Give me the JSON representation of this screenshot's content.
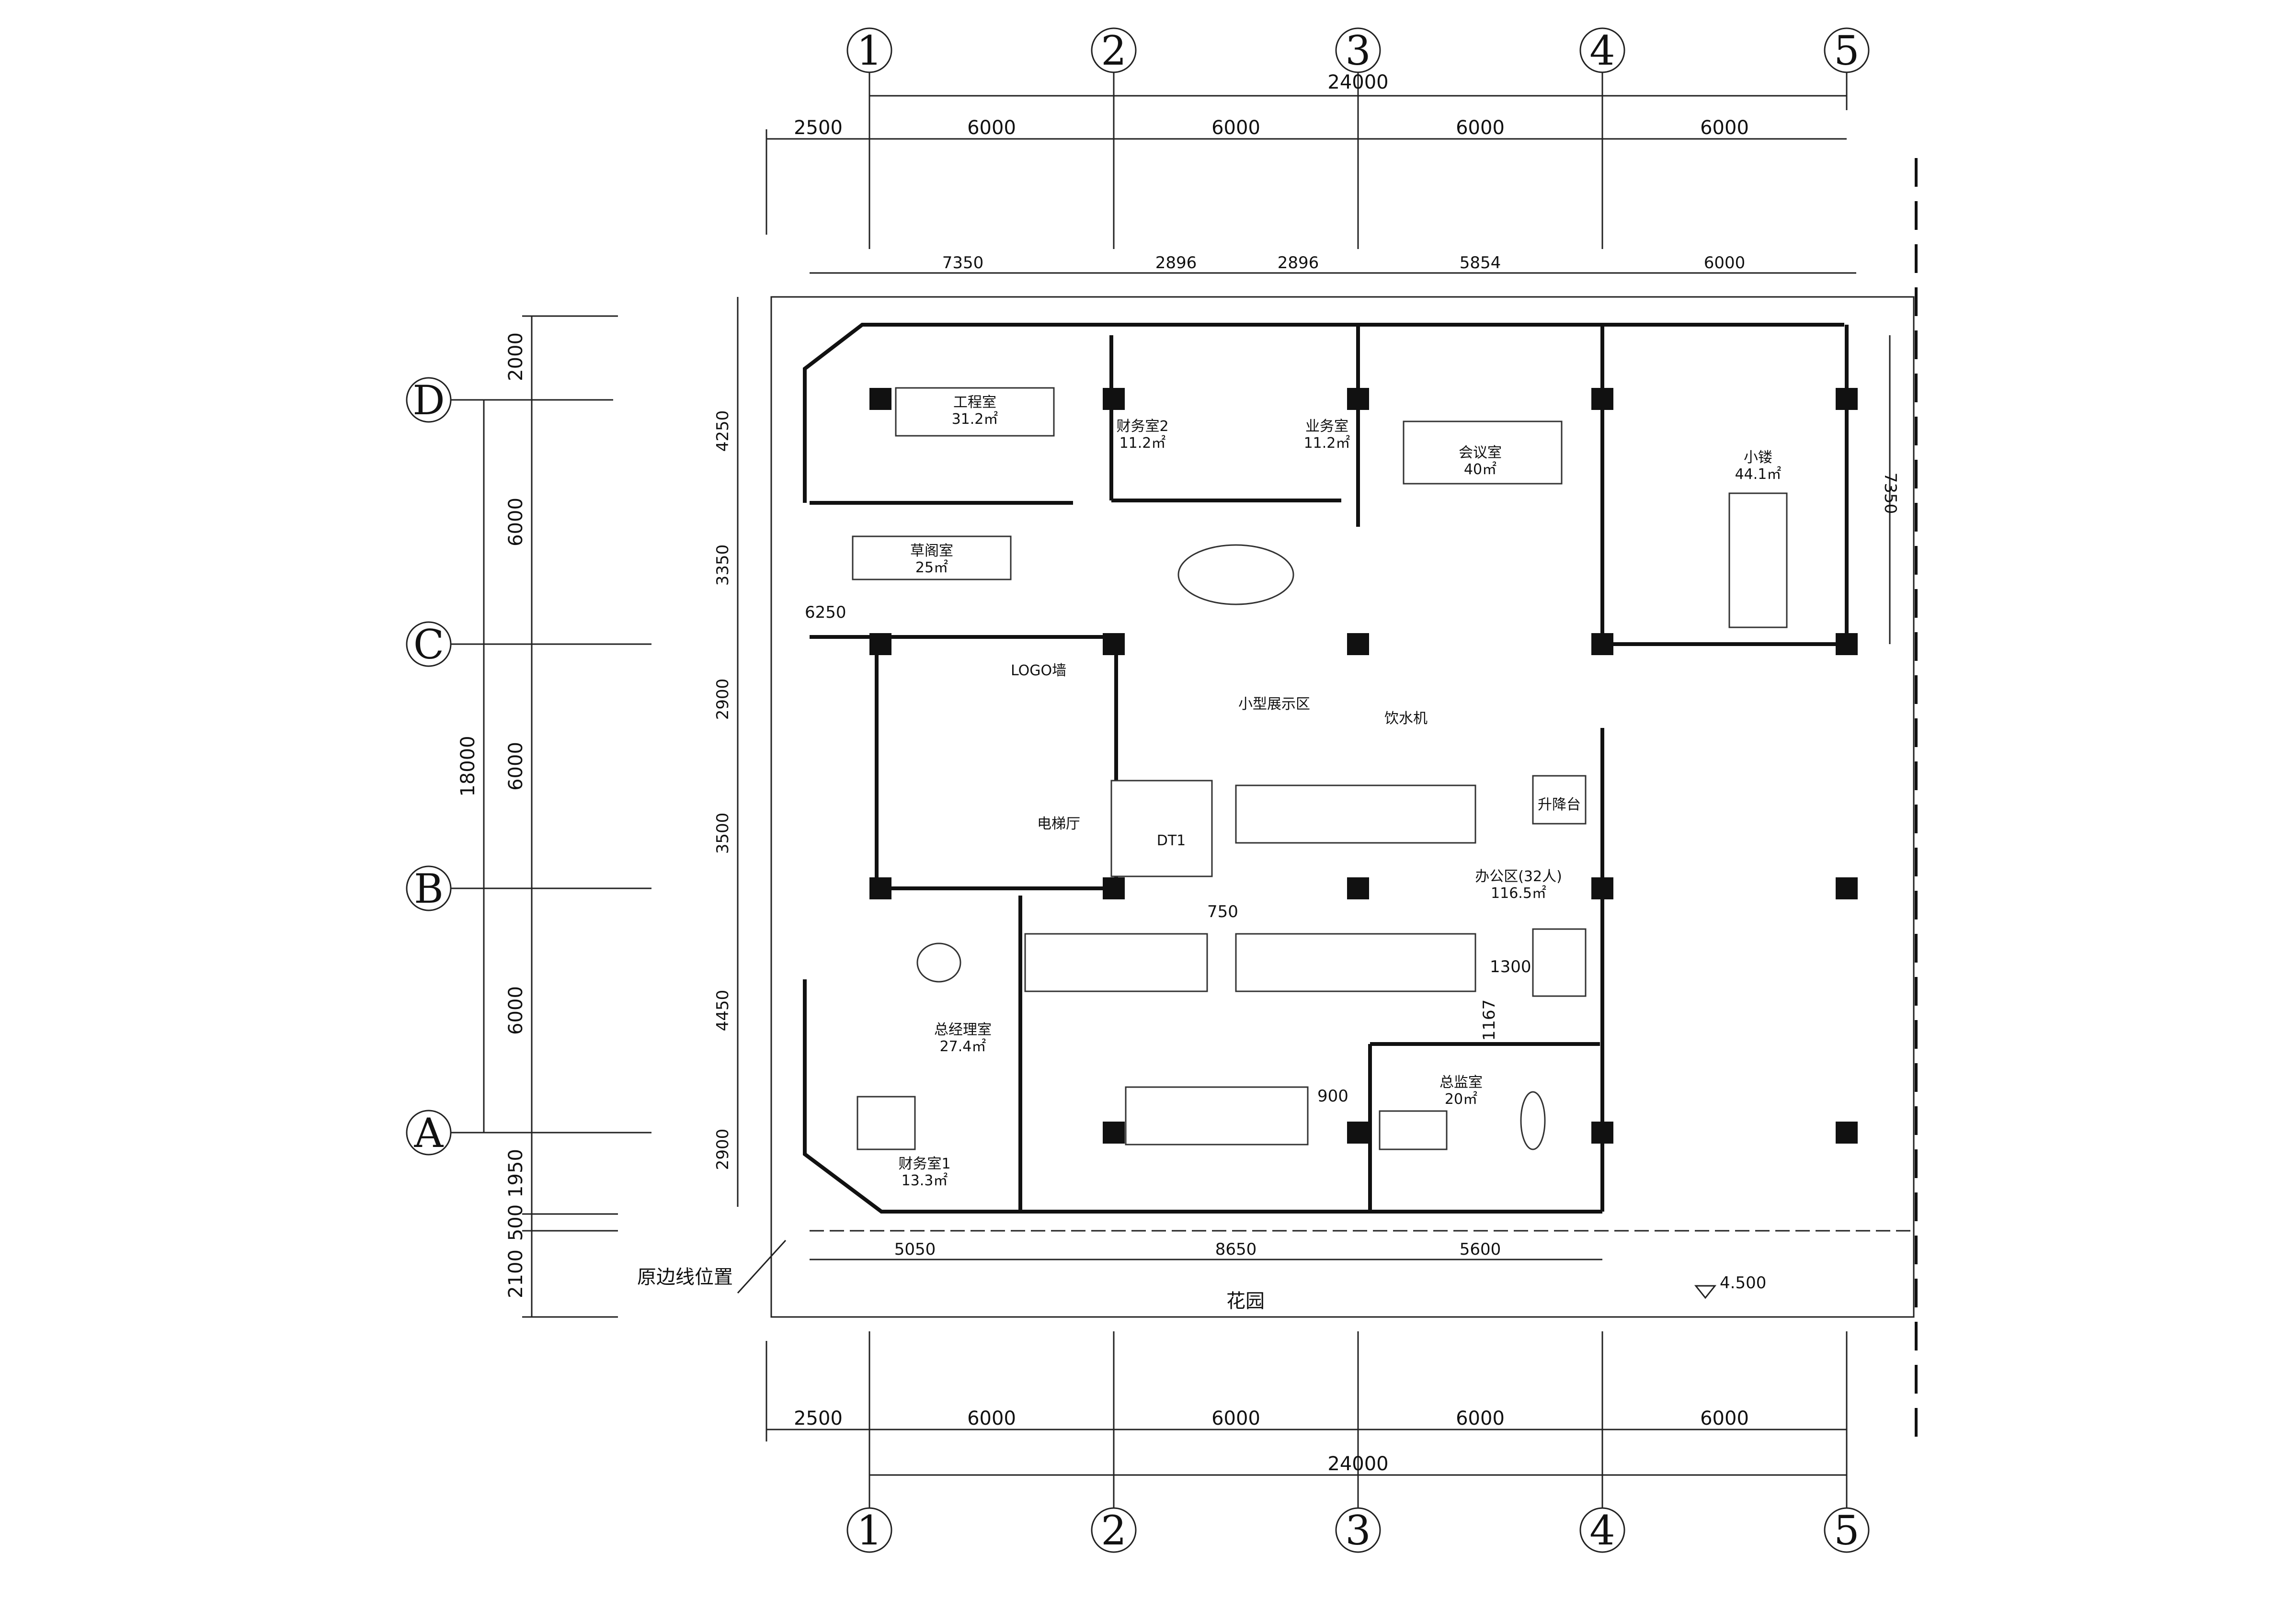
{
  "axes": {
    "columns": [
      "1",
      "2",
      "3",
      "4",
      "5"
    ],
    "rows": [
      "D",
      "C",
      "B",
      "A"
    ]
  },
  "dimensions": {
    "top_total": "24000",
    "bottom_total": "24000",
    "top_segments": [
      "2500",
      "6000",
      "6000",
      "6000",
      "6000"
    ],
    "bottom_segments": [
      "2500",
      "6000",
      "6000",
      "6000",
      "6000"
    ],
    "inner_top": [
      "7350",
      "2896",
      "2896",
      "5854",
      "6000"
    ],
    "left_total": "18000",
    "left_main": [
      "2000",
      "6000",
      "6000",
      "6000",
      "1950",
      "500",
      "2100"
    ],
    "left_inner": [
      "4250",
      "3350",
      "2900",
      "3500",
      "4450",
      "2900"
    ],
    "right_inner": "7350",
    "bottom_inner": [
      "5050",
      "8650",
      "5600"
    ],
    "misc": [
      "6250",
      "750",
      "1300",
      "1167",
      "900"
    ]
  },
  "rooms": [
    {
      "name": "工程室",
      "area": "31.2㎡"
    },
    {
      "name": "财务室2",
      "area": "11.2㎡"
    },
    {
      "name": "业务室",
      "area": "11.2㎡"
    },
    {
      "name": "会议室",
      "area": "40㎡"
    },
    {
      "name": "小镂",
      "area": "44.1㎡"
    },
    {
      "name": "草阁室",
      "area": "25㎡"
    },
    {
      "name": "电梯厅",
      "area": ""
    },
    {
      "name": "办公区(32人)",
      "area": "116.5㎡"
    },
    {
      "name": "总经理室",
      "area": "27.4㎡"
    },
    {
      "name": "财务室1",
      "area": "13.3㎡"
    },
    {
      "name": "总监室",
      "area": "20㎡"
    }
  ],
  "labels": {
    "logo_wall": "LOGO墙",
    "showcase": "小型展示区",
    "water": "饮水机",
    "lift": "DT1",
    "desk": "升降台",
    "boundary": "原边线位置",
    "garden": "花园",
    "level": "4.500"
  }
}
